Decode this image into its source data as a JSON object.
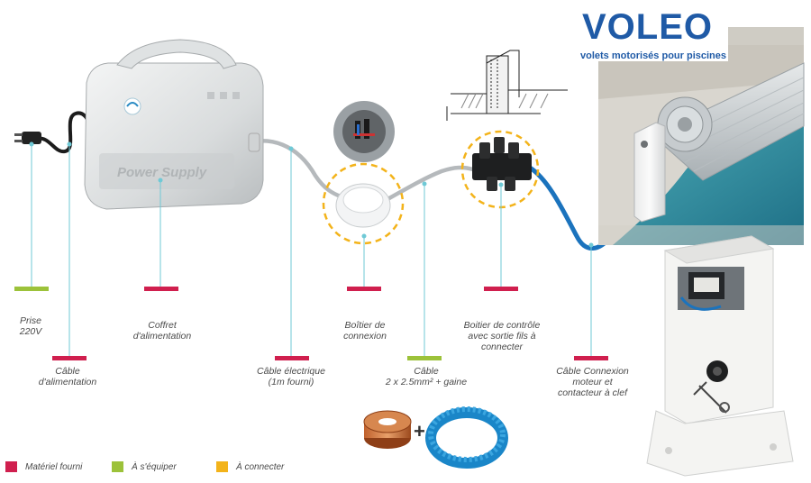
{
  "brand": {
    "name": "VOLEO",
    "tagline": "volets motorisés pour piscines",
    "color": "#1f5aa6"
  },
  "colors": {
    "fourni": "#d01f4e",
    "equiper": "#9cc23a",
    "connecter": "#f3b31a",
    "leader": "#6fc9d6",
    "cable_grey": "#b5b9bc",
    "cable_blue": "#1b73bd"
  },
  "labels": [
    {
      "id": "prise",
      "line1": "Prise",
      "line2": "220V",
      "line3": "",
      "kind": "equiper"
    },
    {
      "id": "cable-alim",
      "line1": "Câble",
      "line2": "d'alimentation",
      "line3": "",
      "kind": "fourni"
    },
    {
      "id": "coffret",
      "line1": "Coffret",
      "line2": "d'alimentation",
      "line3": "",
      "kind": "fourni"
    },
    {
      "id": "cable-elec",
      "line1": "Câble électrique",
      "line2": "(1m fourni)",
      "line3": "",
      "kind": "fourni"
    },
    {
      "id": "boitier-conn",
      "line1": "Boîtier de",
      "line2": "connexion",
      "line3": "",
      "kind": "fourni"
    },
    {
      "id": "cable-gaine",
      "line1": "Câble",
      "line2": "2 x 2.5mm² + gaine",
      "line3": "",
      "kind": "equiper"
    },
    {
      "id": "boitier-ctrl",
      "line1": "Boitier de contrôle",
      "line2": "avec sortie fils à",
      "line3": "connecter",
      "kind": "fourni"
    },
    {
      "id": "cable-moteur",
      "line1": "Câble Connexion",
      "line2": "moteur et",
      "line3": "contacteur à clef",
      "kind": "fourni"
    }
  ],
  "plus_sign": "+",
  "device_text": "Power Supply",
  "legend": [
    {
      "label": "Matériel fourni",
      "kind": "fourni"
    },
    {
      "label": "À s'équiper",
      "kind": "equiper"
    },
    {
      "label": "À connecter",
      "kind": "connecter"
    }
  ]
}
